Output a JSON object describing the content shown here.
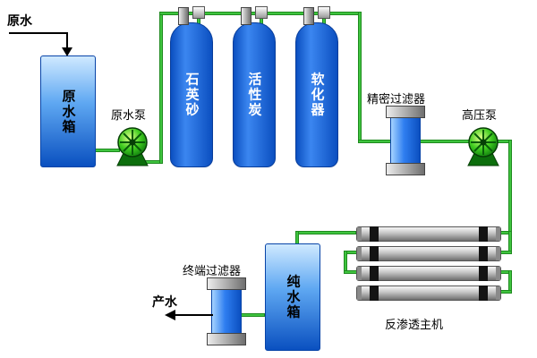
{
  "diagram": {
    "feed_label": "原水",
    "raw_tank_label": "原水箱",
    "raw_pump_label": "原水泵",
    "pretreatment_columns": [
      {
        "label": "石英砂"
      },
      {
        "label": "活性炭"
      },
      {
        "label": "软化器"
      }
    ],
    "precision_filter_label": "精密过滤器",
    "hp_pump_label": "高压泵",
    "ro_unit_label": "反渗透主机",
    "ro_vessel_count": 4,
    "pure_tank_label": "纯水箱",
    "terminal_filter_label": "终端过滤器",
    "product_label": "产水",
    "colors": {
      "pipe_green": "#3fc43f",
      "pump_green": "#3fcc1f",
      "tank_blue": "#0a50c0",
      "column_blue": "#3b86f0",
      "cap_gray": "#8a8a8a"
    }
  }
}
